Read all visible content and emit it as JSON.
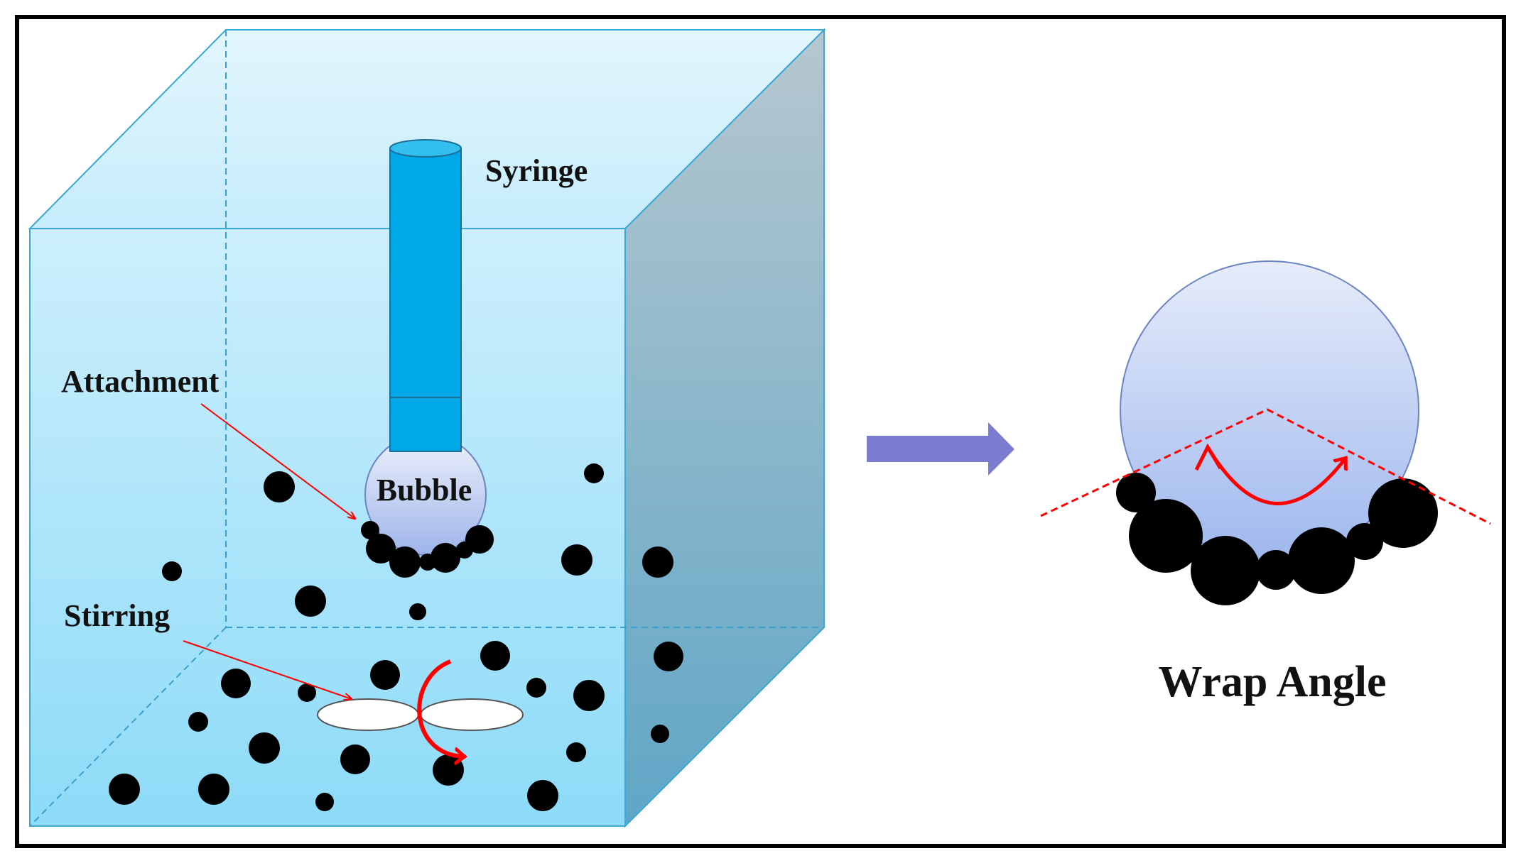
{
  "labels": {
    "syringe": "Syringe",
    "attachment": "Attachment",
    "bubble": "Bubble",
    "stirring": "Stirring",
    "wrap_angle": "Wrap Angle"
  },
  "colors": {
    "border": "#000000",
    "tank_front": "#aee6fb",
    "tank_side": "#7fb3c9",
    "tank_edge": "#3aa7d4",
    "syringe": "#00a8e8",
    "bubble": "#c5d4f5",
    "particle": "#000000",
    "annotation_red": "#ff0000",
    "process_arrow": "#7b7bd0",
    "stir_bar": "#ffffff"
  }
}
